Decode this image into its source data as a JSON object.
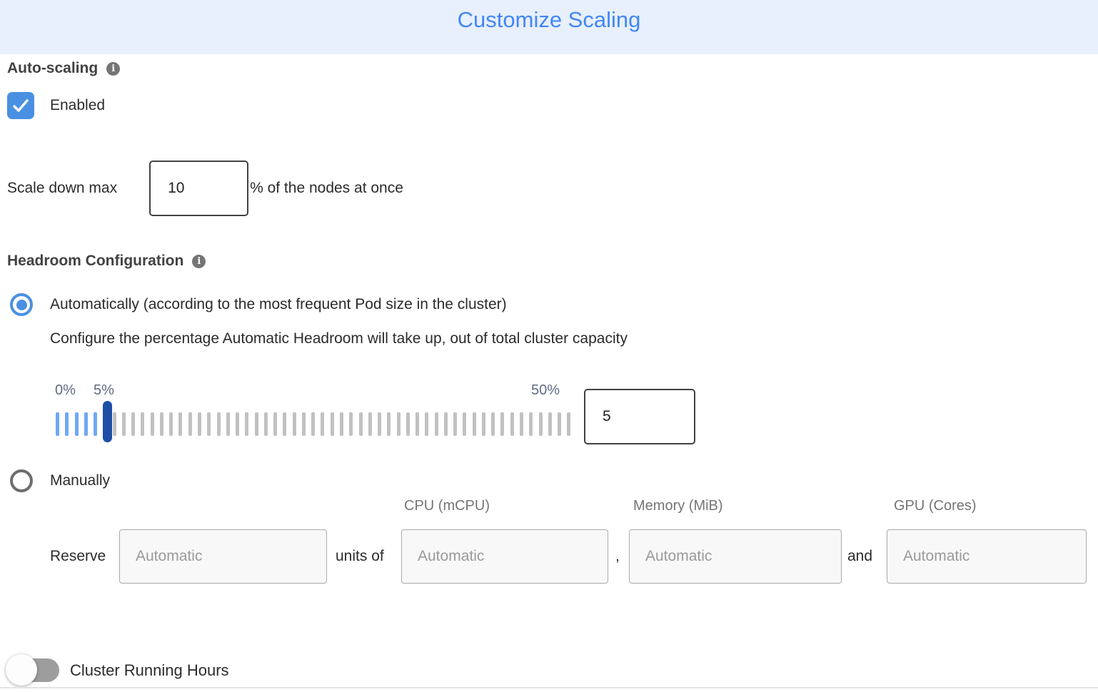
{
  "header": {
    "title": "Customize Scaling"
  },
  "auto_scaling": {
    "label": "Auto-scaling",
    "enabled_label": "Enabled",
    "enabled": true,
    "scale_down": {
      "prefix": "Scale down max",
      "value": "10",
      "suffix": "% of the nodes at once"
    }
  },
  "headroom": {
    "label": "Headroom Configuration",
    "auto_option_label": "Automatically (according to the most frequent Pod size in the cluster)",
    "auto_selected": true,
    "auto_description": "Configure the percentage Automatic Headroom will take up, out of total cluster capacity",
    "slider": {
      "min_label": "0%",
      "current_label": "5%",
      "max_label": "50%",
      "min": 0,
      "max": 50,
      "current": 5,
      "tick_count": 55,
      "blue_ticks": 6,
      "value": "5"
    },
    "manual_option_label": "Manually",
    "manual_selected": false,
    "reserve": {
      "prefix": "Reserve",
      "count_placeholder": "Automatic",
      "units_of": "units of",
      "comma": ",",
      "and": "and",
      "columns": [
        {
          "header": "CPU (mCPU)",
          "placeholder": "Automatic"
        },
        {
          "header": "Memory (MiB)",
          "placeholder": "Automatic"
        },
        {
          "header": "GPU (Cores)",
          "placeholder": "Automatic"
        }
      ]
    }
  },
  "cluster_running_hours": {
    "label": "Cluster Running Hours",
    "enabled": false
  },
  "colors": {
    "header_bg": "#e8effd",
    "title_blue": "#4287f5",
    "accent_blue": "#4a90e2",
    "handle_blue": "#1d4fa6",
    "tick_blue": "#6fa8f5",
    "tick_gray": "#c1c1c1",
    "label_slate": "#5f6b85",
    "disabled_field_bg": "#f8f8f8"
  }
}
